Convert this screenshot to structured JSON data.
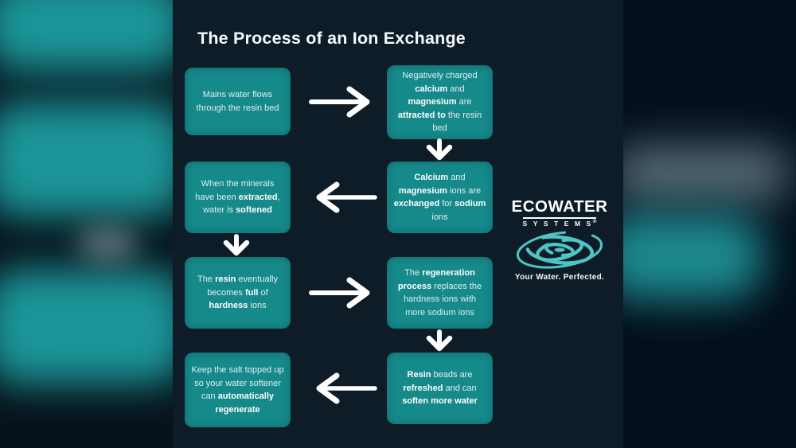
{
  "title": "The Process of an Ion Exchange",
  "steps": [
    {
      "text": "Mains water flows through the resin bed"
    },
    {
      "text": "Negatively charged **calcium** and **magnesium** are **attracted to** the resin bed"
    },
    {
      "text": "**Calcium** and **magnesium** ions are **exchanged** for **sodium** ions"
    },
    {
      "text": "When the minerals have been **extracted**, water is **softened**"
    },
    {
      "text": "The **resin** eventually becomes **full** of **hardness** ions"
    },
    {
      "text": "The **regeneration process** replaces the hardness ions with more sodium ions"
    },
    {
      "text": "**Resin** beads are **refreshed** and can **soften more water**"
    },
    {
      "text": "Keep the salt topped up so your water softener can **automatically regenerate**"
    }
  ],
  "logo": {
    "brand_line1": "ECOWATER",
    "brand_line2": "SYSTEMS",
    "registered_mark": "®",
    "tagline": "Your Water. Perfected."
  },
  "colors": {
    "outer_bg": "#051320",
    "panel_bg": "#0e1c28",
    "box_fill": "#16898b",
    "box_text": "#dff0ef",
    "arrow": "#ffffff",
    "ripple": "#4ec4c4"
  }
}
